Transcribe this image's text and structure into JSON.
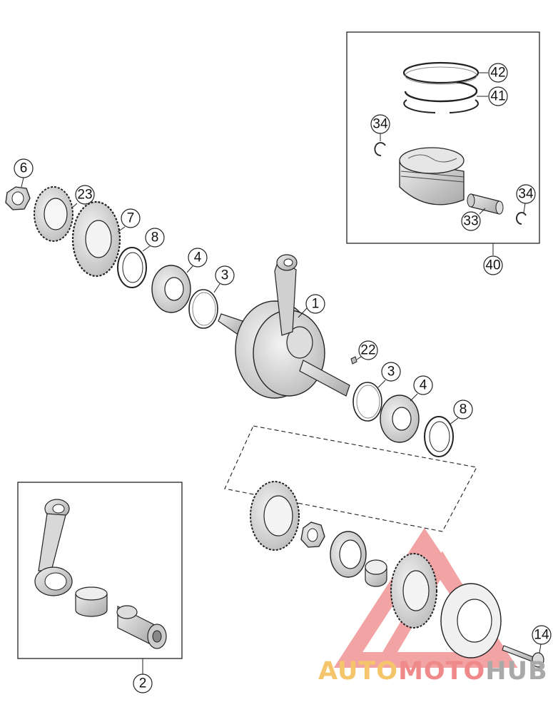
{
  "callouts": {
    "c1": "1",
    "c2": "2",
    "c3a": "3",
    "c3b": "3",
    "c4a": "4",
    "c4b": "4",
    "c6": "6",
    "c7": "7",
    "c8a": "8",
    "c8b": "8",
    "c14": "14",
    "c22": "22",
    "c23": "23",
    "c33": "33",
    "c34a": "34",
    "c34b": "34",
    "c40": "40",
    "c41": "41",
    "c42": "42"
  },
  "watermark": {
    "part1": "AUTO",
    "part2": "MOTO",
    "part3": "HUB"
  },
  "colors": {
    "line": "#222222",
    "watermark_triangle": "#e85a5a"
  }
}
